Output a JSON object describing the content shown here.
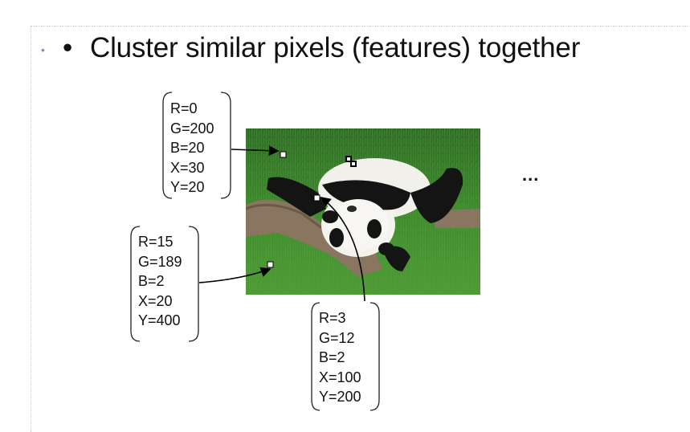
{
  "title": "Cluster similar pixels (features) together",
  "title_bullet": "•",
  "small_bullet": "•",
  "ellipsis": "...",
  "pixel_boxes": [
    {
      "lines": [
        "R=0",
        "G=200",
        "B=20",
        "X=30",
        "Y=20"
      ]
    },
    {
      "lines": [
        "R=15",
        "G=189",
        "B=2",
        "X=20",
        "Y=400"
      ]
    },
    {
      "lines": [
        "R=3",
        "G=12",
        "B=2",
        "X=100",
        "Y=200"
      ]
    }
  ],
  "photo": {
    "subject": "panda lying on a tree branch on grass"
  }
}
